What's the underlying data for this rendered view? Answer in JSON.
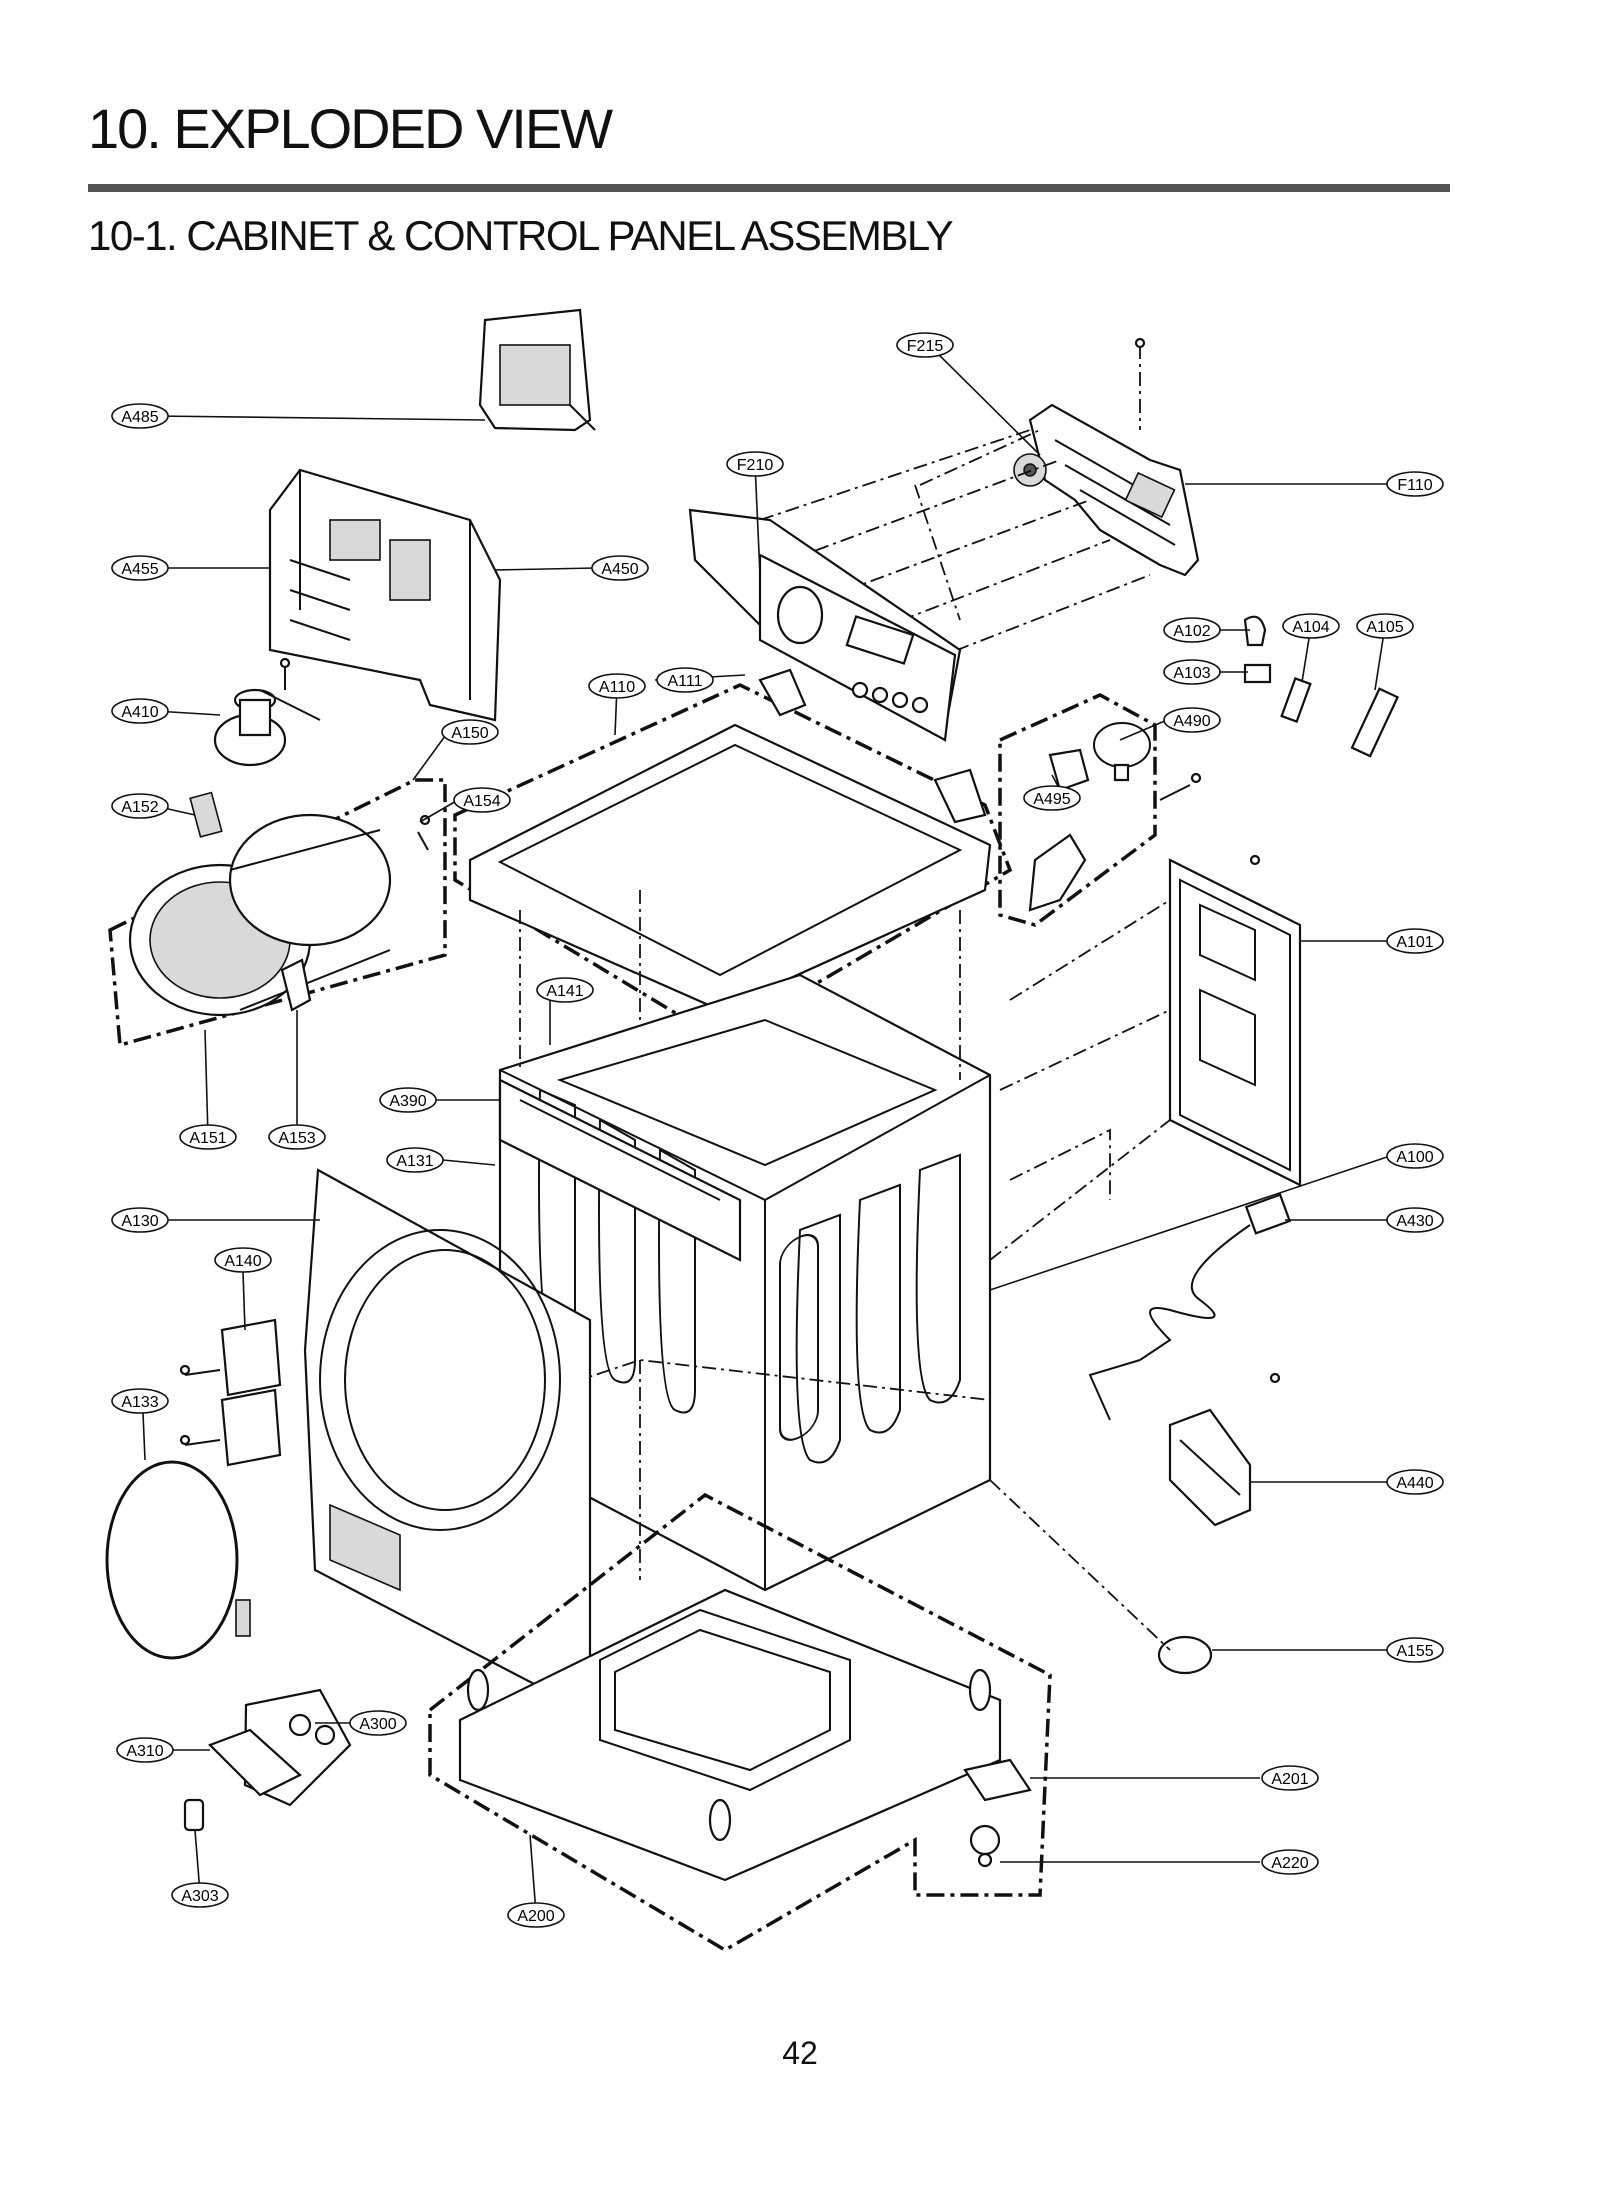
{
  "header": {
    "title": "10. EXPLODED VIEW",
    "subtitle": "10-1. CABINET  & CONTROL PANEL ASSEMBLY"
  },
  "callouts": {
    "F215": "F215",
    "A485": "A485",
    "F210": "F210",
    "F110": "F110",
    "A455": "A455",
    "A450": "A450",
    "A102": "A102",
    "A104": "A104",
    "A105": "A105",
    "A103": "A103",
    "A111": "A111",
    "A110": "A110",
    "A410": "A410",
    "A490": "A490",
    "A150": "A150",
    "A154": "A154",
    "A152": "A152",
    "A495": "A495",
    "A101": "A101",
    "A141": "A141",
    "A390": "A390",
    "A151": "A151",
    "A153": "A153",
    "A131": "A131",
    "A100": "A100",
    "A130": "A130",
    "A430": "A430",
    "A140": "A140",
    "A133": "A133",
    "A440": "A440",
    "A155": "A155",
    "A300": "A300",
    "A310": "A310",
    "A201": "A201",
    "A220": "A220",
    "A303": "A303",
    "A200": "A200"
  },
  "footer": {
    "page_number": "42"
  }
}
